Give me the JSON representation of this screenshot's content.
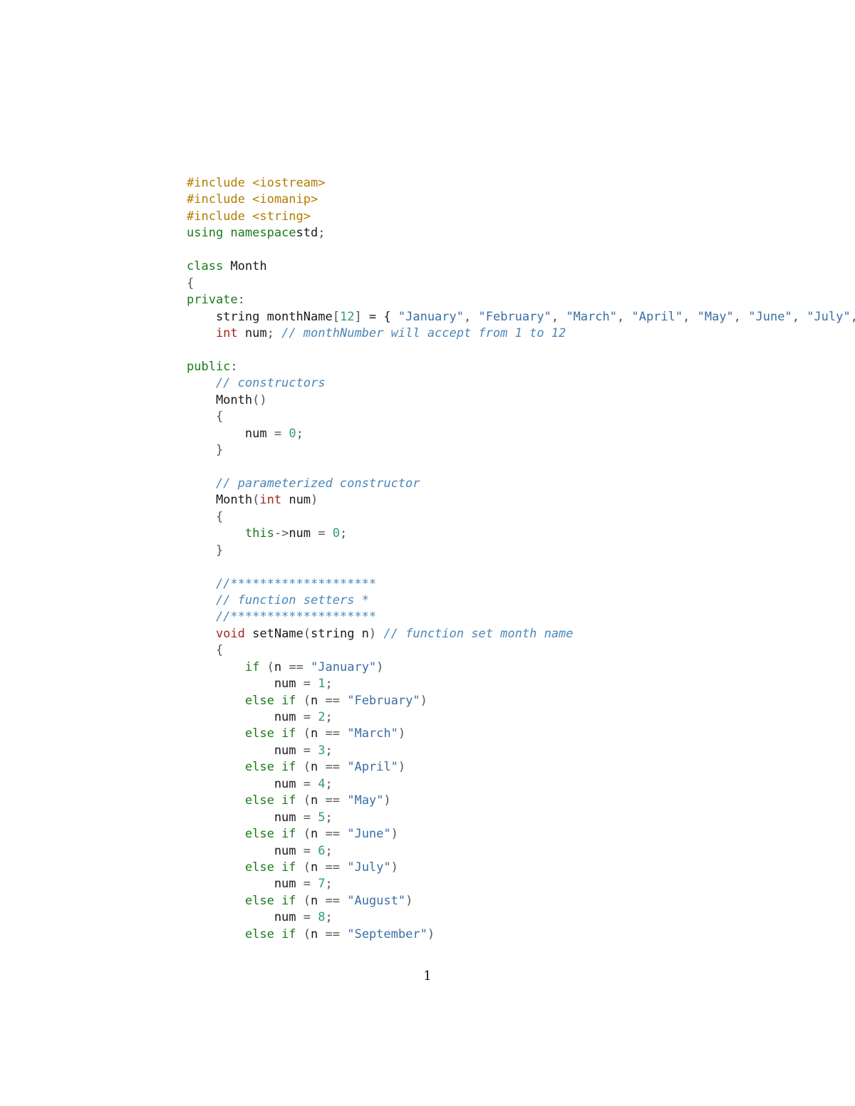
{
  "lines": [
    [
      [
        "pp",
        "#include <iostream>"
      ]
    ],
    [
      [
        "pp",
        "#include <iomanip>"
      ]
    ],
    [
      [
        "pp",
        "#include <string>"
      ]
    ],
    [
      [
        "kw",
        "using namespace"
      ],
      [
        "",
        "std"
      ],
      [
        "op",
        ";"
      ]
    ],
    [],
    [
      [
        "kw",
        "class"
      ],
      [
        "",
        " Month"
      ]
    ],
    [
      [
        "op",
        "{"
      ]
    ],
    [
      [
        "kw",
        "private"
      ],
      [
        "op",
        ":"
      ]
    ],
    [
      [
        "",
        "    string monthName"
      ],
      [
        "op",
        "["
      ],
      [
        "nm",
        "12"
      ],
      [
        "op",
        "]"
      ],
      [
        "",
        " = { "
      ],
      [
        "st",
        "\"January\""
      ],
      [
        "op",
        ", "
      ],
      [
        "st",
        "\"February\""
      ],
      [
        "op",
        ", "
      ],
      [
        "st",
        "\"March\""
      ],
      [
        "op",
        ", "
      ],
      [
        "st",
        "\"April\""
      ],
      [
        "op",
        ", "
      ],
      [
        "st",
        "\"May\""
      ],
      [
        "op",
        ", "
      ],
      [
        "st",
        "\"June\""
      ],
      [
        "op",
        ", "
      ],
      [
        "st",
        "\"July\""
      ],
      [
        "op",
        ","
      ]
    ],
    [
      [
        "ty",
        "    int"
      ],
      [
        "",
        " num"
      ],
      [
        "op",
        "; "
      ],
      [
        "cm",
        "// monthNumber will accept from 1 to 12"
      ]
    ],
    [],
    [
      [
        "kw",
        "public"
      ],
      [
        "op",
        ":"
      ]
    ],
    [
      [
        "cm",
        "    // constructors"
      ]
    ],
    [
      [
        "",
        "    Month"
      ],
      [
        "op",
        "()"
      ]
    ],
    [
      [
        "op",
        "    {"
      ]
    ],
    [
      [
        "",
        "        num"
      ],
      [
        "op",
        " = "
      ],
      [
        "nm",
        "0"
      ],
      [
        "op",
        ";"
      ]
    ],
    [
      [
        "op",
        "    }"
      ]
    ],
    [],
    [
      [
        "cm",
        "    // parameterized constructor"
      ]
    ],
    [
      [
        "",
        "    Month"
      ],
      [
        "op",
        "("
      ],
      [
        "ty",
        "int"
      ],
      [
        "",
        " num"
      ],
      [
        "op",
        ")"
      ]
    ],
    [
      [
        "op",
        "    {"
      ]
    ],
    [
      [
        "kw",
        "        this"
      ],
      [
        "op",
        "->"
      ],
      [
        "",
        "num"
      ],
      [
        "op",
        " = "
      ],
      [
        "nm",
        "0"
      ],
      [
        "op",
        ";"
      ]
    ],
    [
      [
        "op",
        "    }"
      ]
    ],
    [],
    [
      [
        "cm",
        "    //********************"
      ]
    ],
    [
      [
        "cm",
        "    // function setters *"
      ]
    ],
    [
      [
        "cm",
        "    //********************"
      ]
    ],
    [
      [
        "ty",
        "    void"
      ],
      [
        "",
        " setName"
      ],
      [
        "op",
        "("
      ],
      [
        "",
        "string n"
      ],
      [
        "op",
        ") "
      ],
      [
        "cm",
        "// function set month name"
      ]
    ],
    [
      [
        "op",
        "    {"
      ]
    ],
    [
      [
        "kw",
        "        if"
      ],
      [
        "op",
        " ("
      ],
      [
        "",
        "n"
      ],
      [
        "op",
        " == "
      ],
      [
        "st",
        "\"January\""
      ],
      [
        "op",
        ")"
      ]
    ],
    [
      [
        "",
        "            num"
      ],
      [
        "op",
        " = "
      ],
      [
        "nm",
        "1"
      ],
      [
        "op",
        ";"
      ]
    ],
    [
      [
        "kw",
        "        else if"
      ],
      [
        "op",
        " ("
      ],
      [
        "",
        "n"
      ],
      [
        "op",
        " == "
      ],
      [
        "st",
        "\"February\""
      ],
      [
        "op",
        ")"
      ]
    ],
    [
      [
        "",
        "            num"
      ],
      [
        "op",
        " = "
      ],
      [
        "nm",
        "2"
      ],
      [
        "op",
        ";"
      ]
    ],
    [
      [
        "kw",
        "        else if"
      ],
      [
        "op",
        " ("
      ],
      [
        "",
        "n"
      ],
      [
        "op",
        " == "
      ],
      [
        "st",
        "\"March\""
      ],
      [
        "op",
        ")"
      ]
    ],
    [
      [
        "",
        "            num"
      ],
      [
        "op",
        " = "
      ],
      [
        "nm",
        "3"
      ],
      [
        "op",
        ";"
      ]
    ],
    [
      [
        "kw",
        "        else if"
      ],
      [
        "op",
        " ("
      ],
      [
        "",
        "n"
      ],
      [
        "op",
        " == "
      ],
      [
        "st",
        "\"April\""
      ],
      [
        "op",
        ")"
      ]
    ],
    [
      [
        "",
        "            num"
      ],
      [
        "op",
        " = "
      ],
      [
        "nm",
        "4"
      ],
      [
        "op",
        ";"
      ]
    ],
    [
      [
        "kw",
        "        else if"
      ],
      [
        "op",
        " ("
      ],
      [
        "",
        "n"
      ],
      [
        "op",
        " == "
      ],
      [
        "st",
        "\"May\""
      ],
      [
        "op",
        ")"
      ]
    ],
    [
      [
        "",
        "            num"
      ],
      [
        "op",
        " = "
      ],
      [
        "nm",
        "5"
      ],
      [
        "op",
        ";"
      ]
    ],
    [
      [
        "kw",
        "        else if"
      ],
      [
        "op",
        " ("
      ],
      [
        "",
        "n"
      ],
      [
        "op",
        " == "
      ],
      [
        "st",
        "\"June\""
      ],
      [
        "op",
        ")"
      ]
    ],
    [
      [
        "",
        "            num"
      ],
      [
        "op",
        " = "
      ],
      [
        "nm",
        "6"
      ],
      [
        "op",
        ";"
      ]
    ],
    [
      [
        "kw",
        "        else if"
      ],
      [
        "op",
        " ("
      ],
      [
        "",
        "n"
      ],
      [
        "op",
        " == "
      ],
      [
        "st",
        "\"July\""
      ],
      [
        "op",
        ")"
      ]
    ],
    [
      [
        "",
        "            num"
      ],
      [
        "op",
        " = "
      ],
      [
        "nm",
        "7"
      ],
      [
        "op",
        ";"
      ]
    ],
    [
      [
        "kw",
        "        else if"
      ],
      [
        "op",
        " ("
      ],
      [
        "",
        "n"
      ],
      [
        "op",
        " == "
      ],
      [
        "st",
        "\"August\""
      ],
      [
        "op",
        ")"
      ]
    ],
    [
      [
        "",
        "            num"
      ],
      [
        "op",
        " = "
      ],
      [
        "nm",
        "8"
      ],
      [
        "op",
        ";"
      ]
    ],
    [
      [
        "kw",
        "        else if"
      ],
      [
        "op",
        " ("
      ],
      [
        "",
        "n"
      ],
      [
        "op",
        " == "
      ],
      [
        "st",
        "\"September\""
      ],
      [
        "op",
        ")"
      ]
    ]
  ],
  "page_number": "1"
}
